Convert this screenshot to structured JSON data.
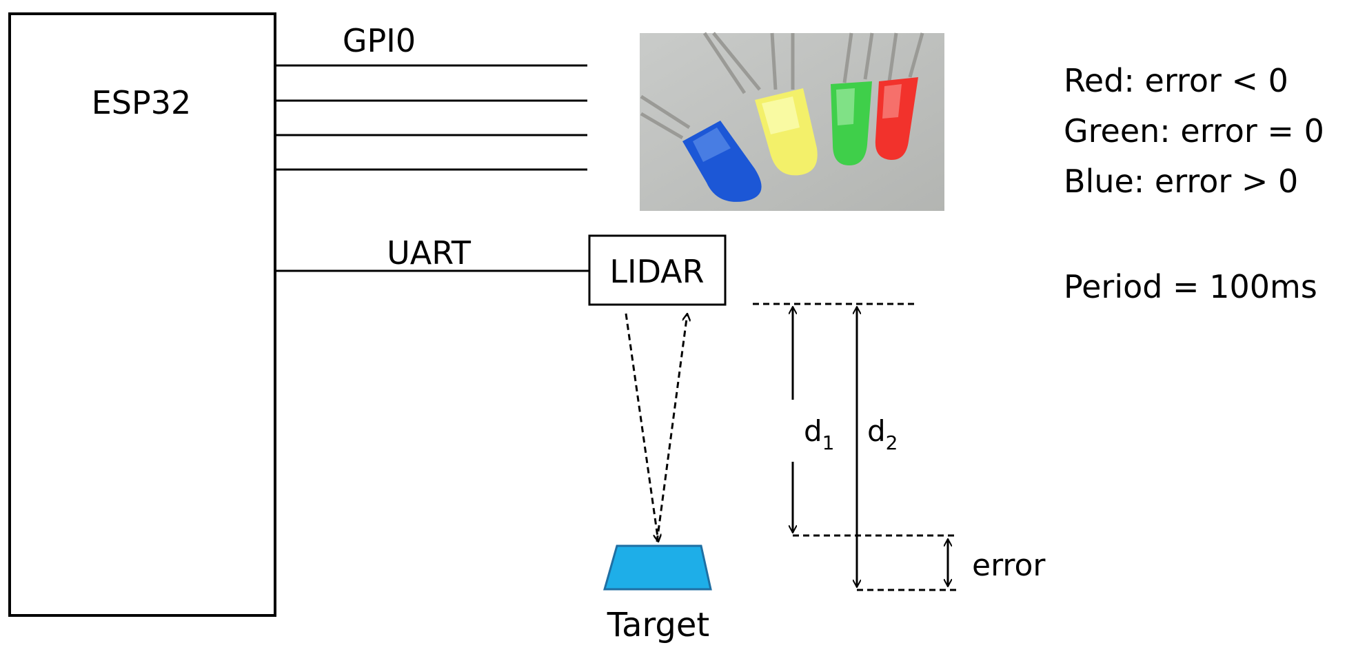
{
  "esp32": {
    "label": "ESP32"
  },
  "gpio": {
    "label": "GPI0"
  },
  "uart": {
    "label": "UART"
  },
  "lidar": {
    "label": "LIDAR"
  },
  "target": {
    "label": "Target",
    "color": "#1eaee8"
  },
  "distances": {
    "d1": {
      "base": "d",
      "sub": "1"
    },
    "d2": {
      "base": "d",
      "sub": "2"
    },
    "error": "error"
  },
  "legend": {
    "red": "Red: error < 0",
    "green": "Green: error = 0",
    "blue": "Blue: error > 0"
  },
  "period": "Period = 100ms",
  "led_colors": {
    "blue": "#1c57d6",
    "yellow": "#f3f06a",
    "green": "#3fcf4a",
    "red": "#f2322c"
  }
}
